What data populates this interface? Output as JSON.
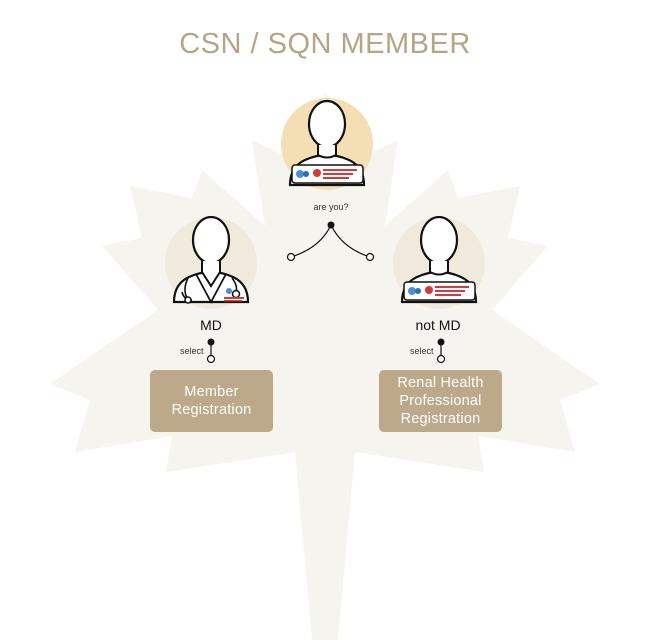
{
  "title": "CSN / SQN MEMBER",
  "question": "are you?",
  "left": {
    "role": "MD",
    "select": "select",
    "button": "Member\nRegistration"
  },
  "right": {
    "role": "not MD",
    "select": "select",
    "button": "Renal Health\nProfessional\nRegistration"
  },
  "colors": {
    "accent": "#b6a584",
    "button": "#bba98a",
    "top_circle": "#f4dfb5",
    "side_circle": "#efeadb",
    "leaf": "#f6f4ef"
  }
}
